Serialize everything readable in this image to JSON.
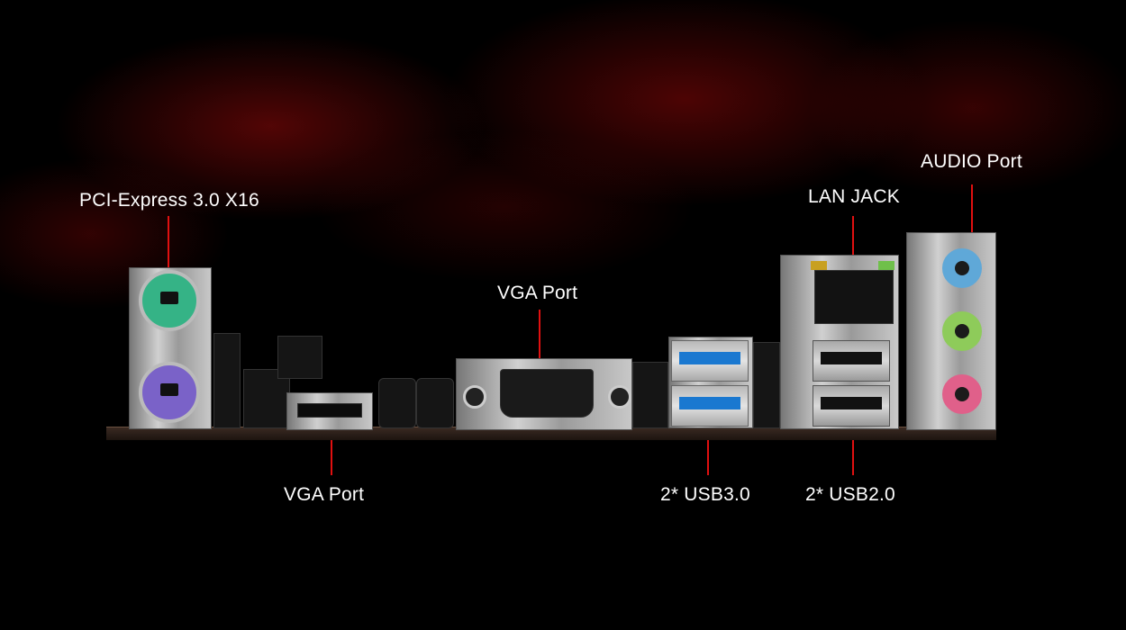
{
  "labels": {
    "pcie": "PCI-Express 3.0 X16",
    "vga_top": "VGA Port",
    "vga_bottom": "VGA Port",
    "lan": "LAN JACK",
    "audio": "AUDIO Port",
    "usb3": "2* USB3.0",
    "usb2": "2* USB2.0"
  },
  "colors": {
    "pointer": "#e01010",
    "ps2_mouse": "#35b386",
    "ps2_keyboard": "#7a62c8",
    "usb3_tongue": "#1a78d0",
    "audio_line_in": "#5fa8d8",
    "audio_line_out": "#8ecb5a",
    "audio_mic": "#e0608a"
  }
}
